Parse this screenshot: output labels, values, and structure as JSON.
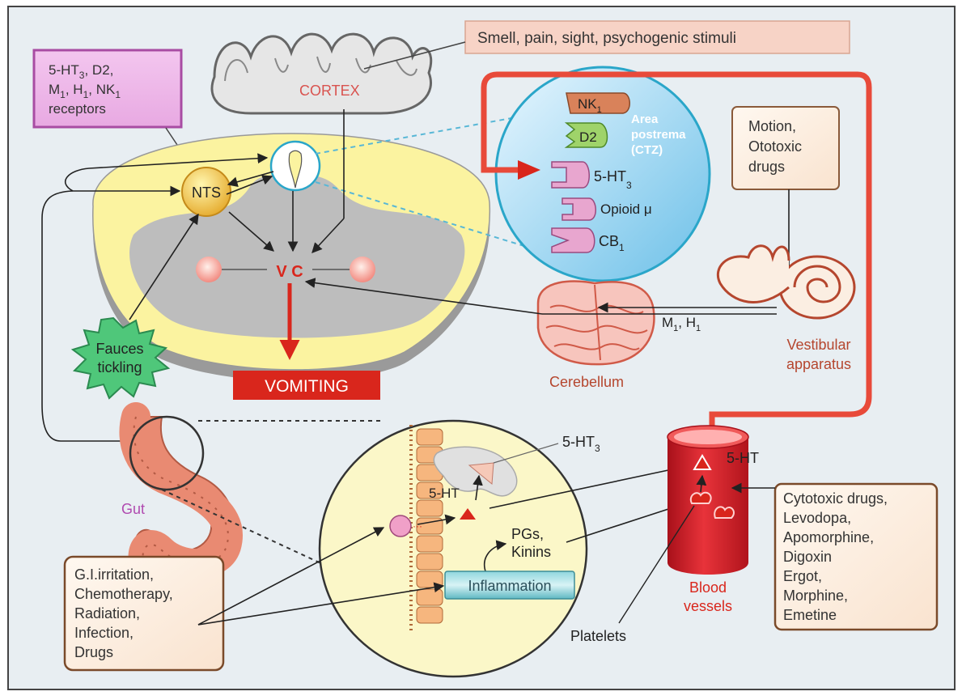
{
  "labels": {
    "stimuli": "Smell, pain, sight, psychogenic stimuli",
    "receptors_line1_a": "5-HT",
    "receptors_line1_sub": "3",
    "receptors_line1_b": ", D2,",
    "receptors_line2_a": "M",
    "receptors_line2_sub1": "1",
    "receptors_line2_b": ", H",
    "receptors_line2_sub2": "1",
    "receptors_line2_c": ", NK",
    "receptors_line2_sub3": "1",
    "receptors_line3": "receptors",
    "cortex": "CORTEX",
    "nts": "NTS",
    "vc": "V C",
    "vomiting": "VOMITING",
    "fauces_line1": "Fauces",
    "fauces_line2": "tickling",
    "ctz_nk": "NK",
    "ctz_nk_sub": "1",
    "ctz_d2": "D2",
    "area_postrema_line1": "Area",
    "area_postrema_line2": "postrema",
    "area_postrema_line3": "(CTZ)",
    "ctz_5ht": "5-HT",
    "ctz_5ht_sub": "3",
    "ctz_opioid": "Opioid μ",
    "ctz_cb": "CB",
    "ctz_cb_sub": "1",
    "motion_line1": "Motion,",
    "motion_line2": "Ototoxic",
    "motion_line3": "drugs",
    "m1h1_a": "M",
    "m1h1_sub1": "1",
    "m1h1_b": ", H",
    "m1h1_sub2": "1",
    "cerebellum": "Cerebellum",
    "vestibular_line1": "Vestibular",
    "vestibular_line2": "apparatus",
    "gut": "Gut",
    "gut_5ht3": "5-HT",
    "gut_5ht3_sub": "3",
    "gut_5ht": "5-HT",
    "pgs_line1": "PGs,",
    "pgs_line2": "Kinins",
    "inflammation": "Inflammation",
    "gi_line1": "G.I.irritation,",
    "gi_line2": "Chemotherapy,",
    "gi_line3": "Radiation,",
    "gi_line4": "Infection,",
    "gi_line5": "Drugs",
    "vessel_5ht": "5-HT",
    "blood_line1": "Blood",
    "blood_line2": "vessels",
    "platelets": "Platelets",
    "drugs_line1": "Cytotoxic drugs,",
    "drugs_line2": "Levodopa,",
    "drugs_line3": "Apomorphine,",
    "drugs_line4": "Digoxin",
    "drugs_line5": "Ergot,",
    "drugs_line6": "Morphine,",
    "drugs_line7": "Emetine"
  },
  "colors": {
    "panel_background": "#e8eef2",
    "medulla_yellow": "#fbf3a0",
    "medulla_gray": "#bdbdbd",
    "vomiting_red": "#d9261c",
    "cortex_text": "#d9534f",
    "ctz_blue": "#9fd3ee",
    "vessel_red": "#d6202a",
    "gut_salmon": "#e98a72",
    "label_brown": "#b5462e",
    "receptor_box": "#d8a0d6",
    "fauces_green": "#3cb46e"
  }
}
